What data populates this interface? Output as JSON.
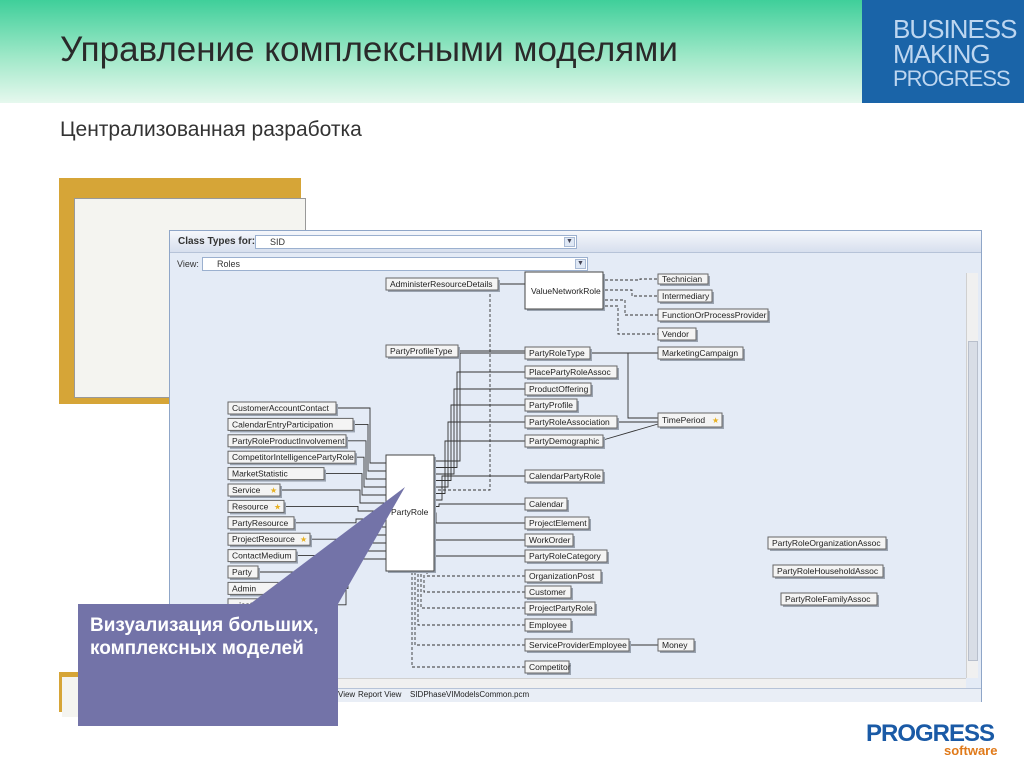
{
  "slide": {
    "title": "Управление комплексными моделями",
    "subtitle": "Централизованная разработка",
    "brand_lines": [
      "BUSINESS",
      "MAKING",
      "PROGRESS"
    ],
    "callout": "Визуализация больших, комплексных моделей",
    "logo": "PROGRESS",
    "logo_sub": "software"
  },
  "window": {
    "class_types_label": "Class Types for:",
    "class_types_value": "SID",
    "view_label": "View:",
    "view_value": "Roles",
    "tabs": [
      "View",
      "Report View",
      "SIDPhaseVIModelsCommon.pcm"
    ]
  },
  "diagram": {
    "center": "PartyRole",
    "left_nodes": [
      {
        "label": "CustomerAccountContact",
        "star": false
      },
      {
        "label": "CalendarEntryParticipation",
        "star": false
      },
      {
        "label": "PartyRoleProductInvolvement",
        "star": false
      },
      {
        "label": "CompetitorIntelligencePartyRole",
        "star": false
      },
      {
        "label": "MarketStatistic",
        "star": false
      },
      {
        "label": "Service",
        "star": true
      },
      {
        "label": "Resource",
        "star": true
      },
      {
        "label": "PartyResource",
        "star": false
      },
      {
        "label": "ProjectResource",
        "star": true
      },
      {
        "label": "ContactMedium",
        "star": false
      },
      {
        "label": "Party",
        "star": false
      },
      {
        "label": "Admin",
        "star": false
      },
      {
        "label": "...ication",
        "star": false
      }
    ],
    "right_nodes": [
      {
        "label": "PartyRoleType",
        "star": false
      },
      {
        "label": "PlacePartyRoleAssoc",
        "star": false
      },
      {
        "label": "ProductOffering",
        "star": false
      },
      {
        "label": "PartyProfile",
        "star": false
      },
      {
        "label": "PartyRoleAssociation",
        "star": false
      },
      {
        "label": "PartyDemographic",
        "star": false
      },
      {
        "label": "CalendarPartyRole",
        "star": false
      },
      {
        "label": "Calendar",
        "star": false
      },
      {
        "label": "ProjectElement",
        "star": false
      },
      {
        "label": "WorkOrder",
        "star": false
      },
      {
        "label": "PartyRoleCategory",
        "star": false
      },
      {
        "label": "OrganizationPost",
        "star": false
      },
      {
        "label": "Customer",
        "star": false
      },
      {
        "label": "ProjectPartyRole",
        "star": false
      },
      {
        "label": "Employee",
        "star": false
      },
      {
        "label": "ServiceProviderEmployee",
        "star": false
      },
      {
        "label": "Competitor",
        "star": false
      }
    ],
    "top_nodes": {
      "administer": "AdministerResourceDetails",
      "value_network": "ValueNetworkRole",
      "profile_type": "PartyProfileType",
      "technician": "Technician",
      "intermediary": "Intermediary",
      "function_provider": "FunctionOrProcessProvider",
      "vendor": "Vendor",
      "marketing": "MarketingCampaign",
      "time_period": "TimePeriod",
      "money": "Money"
    },
    "far_right": [
      "PartyRoleOrganizationAssoc",
      "PartyRoleHouseholdAssoc",
      "PartyRoleFamilyAssoc"
    ]
  }
}
